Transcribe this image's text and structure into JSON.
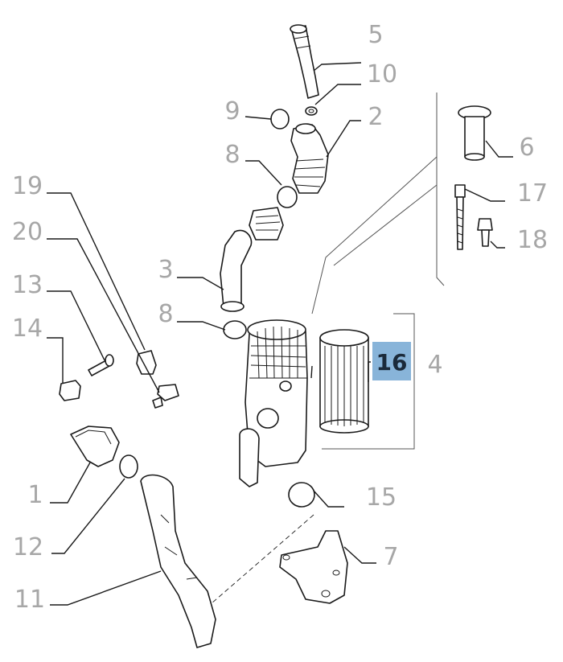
{
  "callouts": [
    {
      "id": "1",
      "text": "1"
    },
    {
      "id": "2",
      "text": "2"
    },
    {
      "id": "3",
      "text": "3"
    },
    {
      "id": "4",
      "text": "4"
    },
    {
      "id": "5",
      "text": "5"
    },
    {
      "id": "6",
      "text": "6"
    },
    {
      "id": "7",
      "text": "7"
    },
    {
      "id": "8a",
      "text": "8"
    },
    {
      "id": "8b",
      "text": "8"
    },
    {
      "id": "9",
      "text": "9"
    },
    {
      "id": "10",
      "text": "10"
    },
    {
      "id": "11",
      "text": "11"
    },
    {
      "id": "12",
      "text": "12"
    },
    {
      "id": "13",
      "text": "13"
    },
    {
      "id": "14",
      "text": "14"
    },
    {
      "id": "15",
      "text": "15"
    },
    {
      "id": "16",
      "text": "16",
      "highlighted": true
    },
    {
      "id": "17",
      "text": "17"
    },
    {
      "id": "18",
      "text": "18"
    },
    {
      "id": "19",
      "text": "19"
    },
    {
      "id": "20",
      "text": "20"
    }
  ],
  "colors": {
    "callout_text": "#a7a7a7",
    "highlight_box": "#88b4d9",
    "highlight_text": "#1b2a3a",
    "line": "#1a1a1a"
  }
}
